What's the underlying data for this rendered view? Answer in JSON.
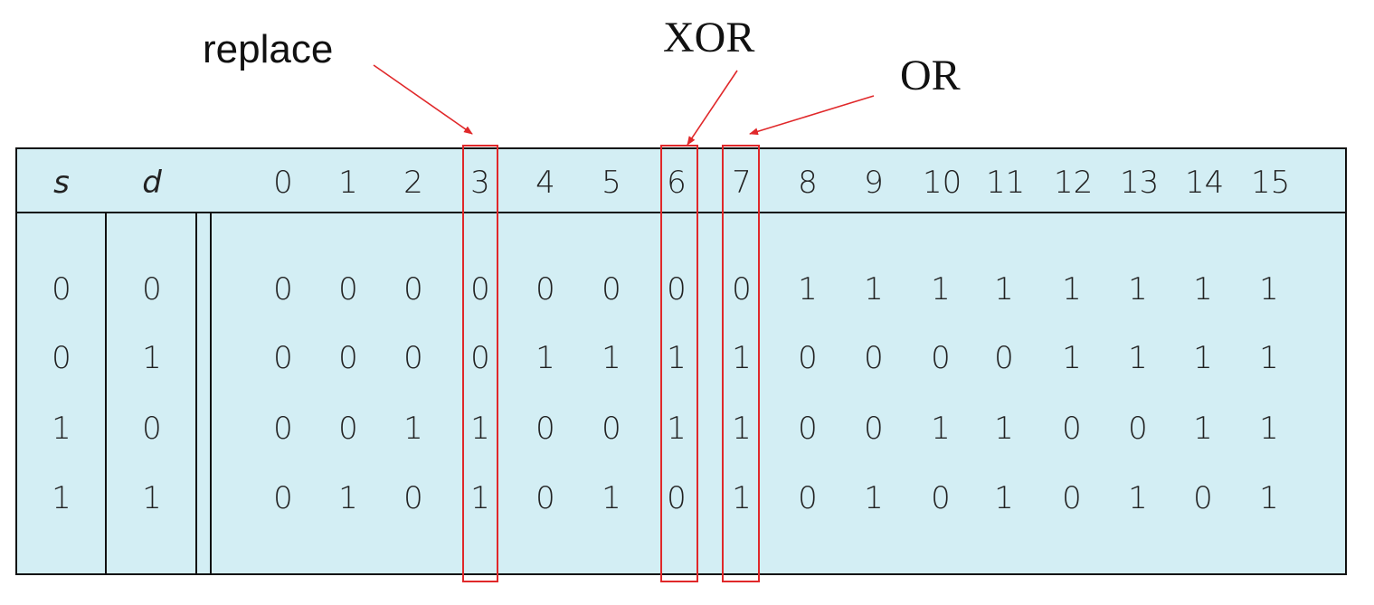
{
  "labels": {
    "replace": "replace",
    "xor": "XOR",
    "or": "OR"
  },
  "table": {
    "input_headers": [
      "s",
      "d"
    ],
    "col_headers": [
      "0",
      "1",
      "2",
      "3",
      "4",
      "5",
      "6",
      "7",
      "8",
      "9",
      "10",
      "11",
      "12",
      "13",
      "14",
      "15"
    ],
    "rows": [
      {
        "s": "0",
        "d": "0",
        "values": [
          "0",
          "0",
          "0",
          "0",
          "0",
          "0",
          "0",
          "0",
          "1",
          "1",
          "1",
          "1",
          "1",
          "1",
          "1",
          "1"
        ]
      },
      {
        "s": "0",
        "d": "1",
        "values": [
          "0",
          "0",
          "0",
          "0",
          "1",
          "1",
          "1",
          "1",
          "0",
          "0",
          "0",
          "0",
          "1",
          "1",
          "1",
          "1"
        ]
      },
      {
        "s": "1",
        "d": "0",
        "values": [
          "0",
          "0",
          "1",
          "1",
          "0",
          "0",
          "1",
          "1",
          "0",
          "0",
          "1",
          "1",
          "0",
          "0",
          "1",
          "1"
        ]
      },
      {
        "s": "1",
        "d": "1",
        "values": [
          "0",
          "1",
          "0",
          "1",
          "0",
          "1",
          "0",
          "1",
          "0",
          "1",
          "0",
          "1",
          "0",
          "1",
          "0",
          "1"
        ]
      }
    ],
    "highlighted_columns": [
      "3",
      "6",
      "7"
    ]
  },
  "colors": {
    "table_fill": "#d3eef4",
    "highlight": "#e0282a",
    "ink": "#111111"
  }
}
